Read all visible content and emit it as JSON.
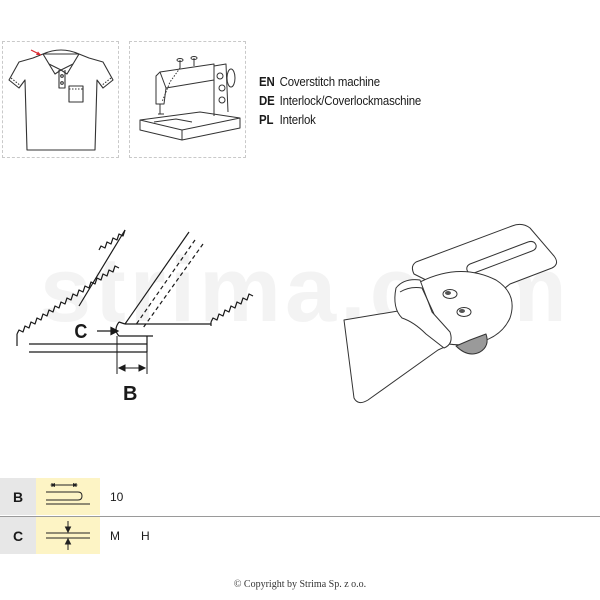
{
  "languages": [
    {
      "code": "EN",
      "text": "Coverstitch machine"
    },
    {
      "code": "DE",
      "text": "Interlock/Coverlockmaschine"
    },
    {
      "code": "PL",
      "text": "Interlok"
    }
  ],
  "diagram": {
    "label_c": "C",
    "label_b": "B"
  },
  "watermark": "strima.com",
  "specs": {
    "b": {
      "letter": "B",
      "values": [
        "10"
      ]
    },
    "c": {
      "letter": "C",
      "values": [
        "M",
        "H"
      ]
    }
  },
  "icons": {
    "shirt": "polo-shirt-icon",
    "machine": "sewing-machine-icon",
    "binder": "binder-attachment-icon",
    "hem_width": "hem-width-icon",
    "material_thickness": "material-thickness-icon"
  },
  "colors": {
    "highlight": "#fdf4c5",
    "letter_cell": "#e7e7e7",
    "arrow_accent": "#d9282f"
  },
  "copyright": "© Copyright by Strima Sp. z o.o."
}
